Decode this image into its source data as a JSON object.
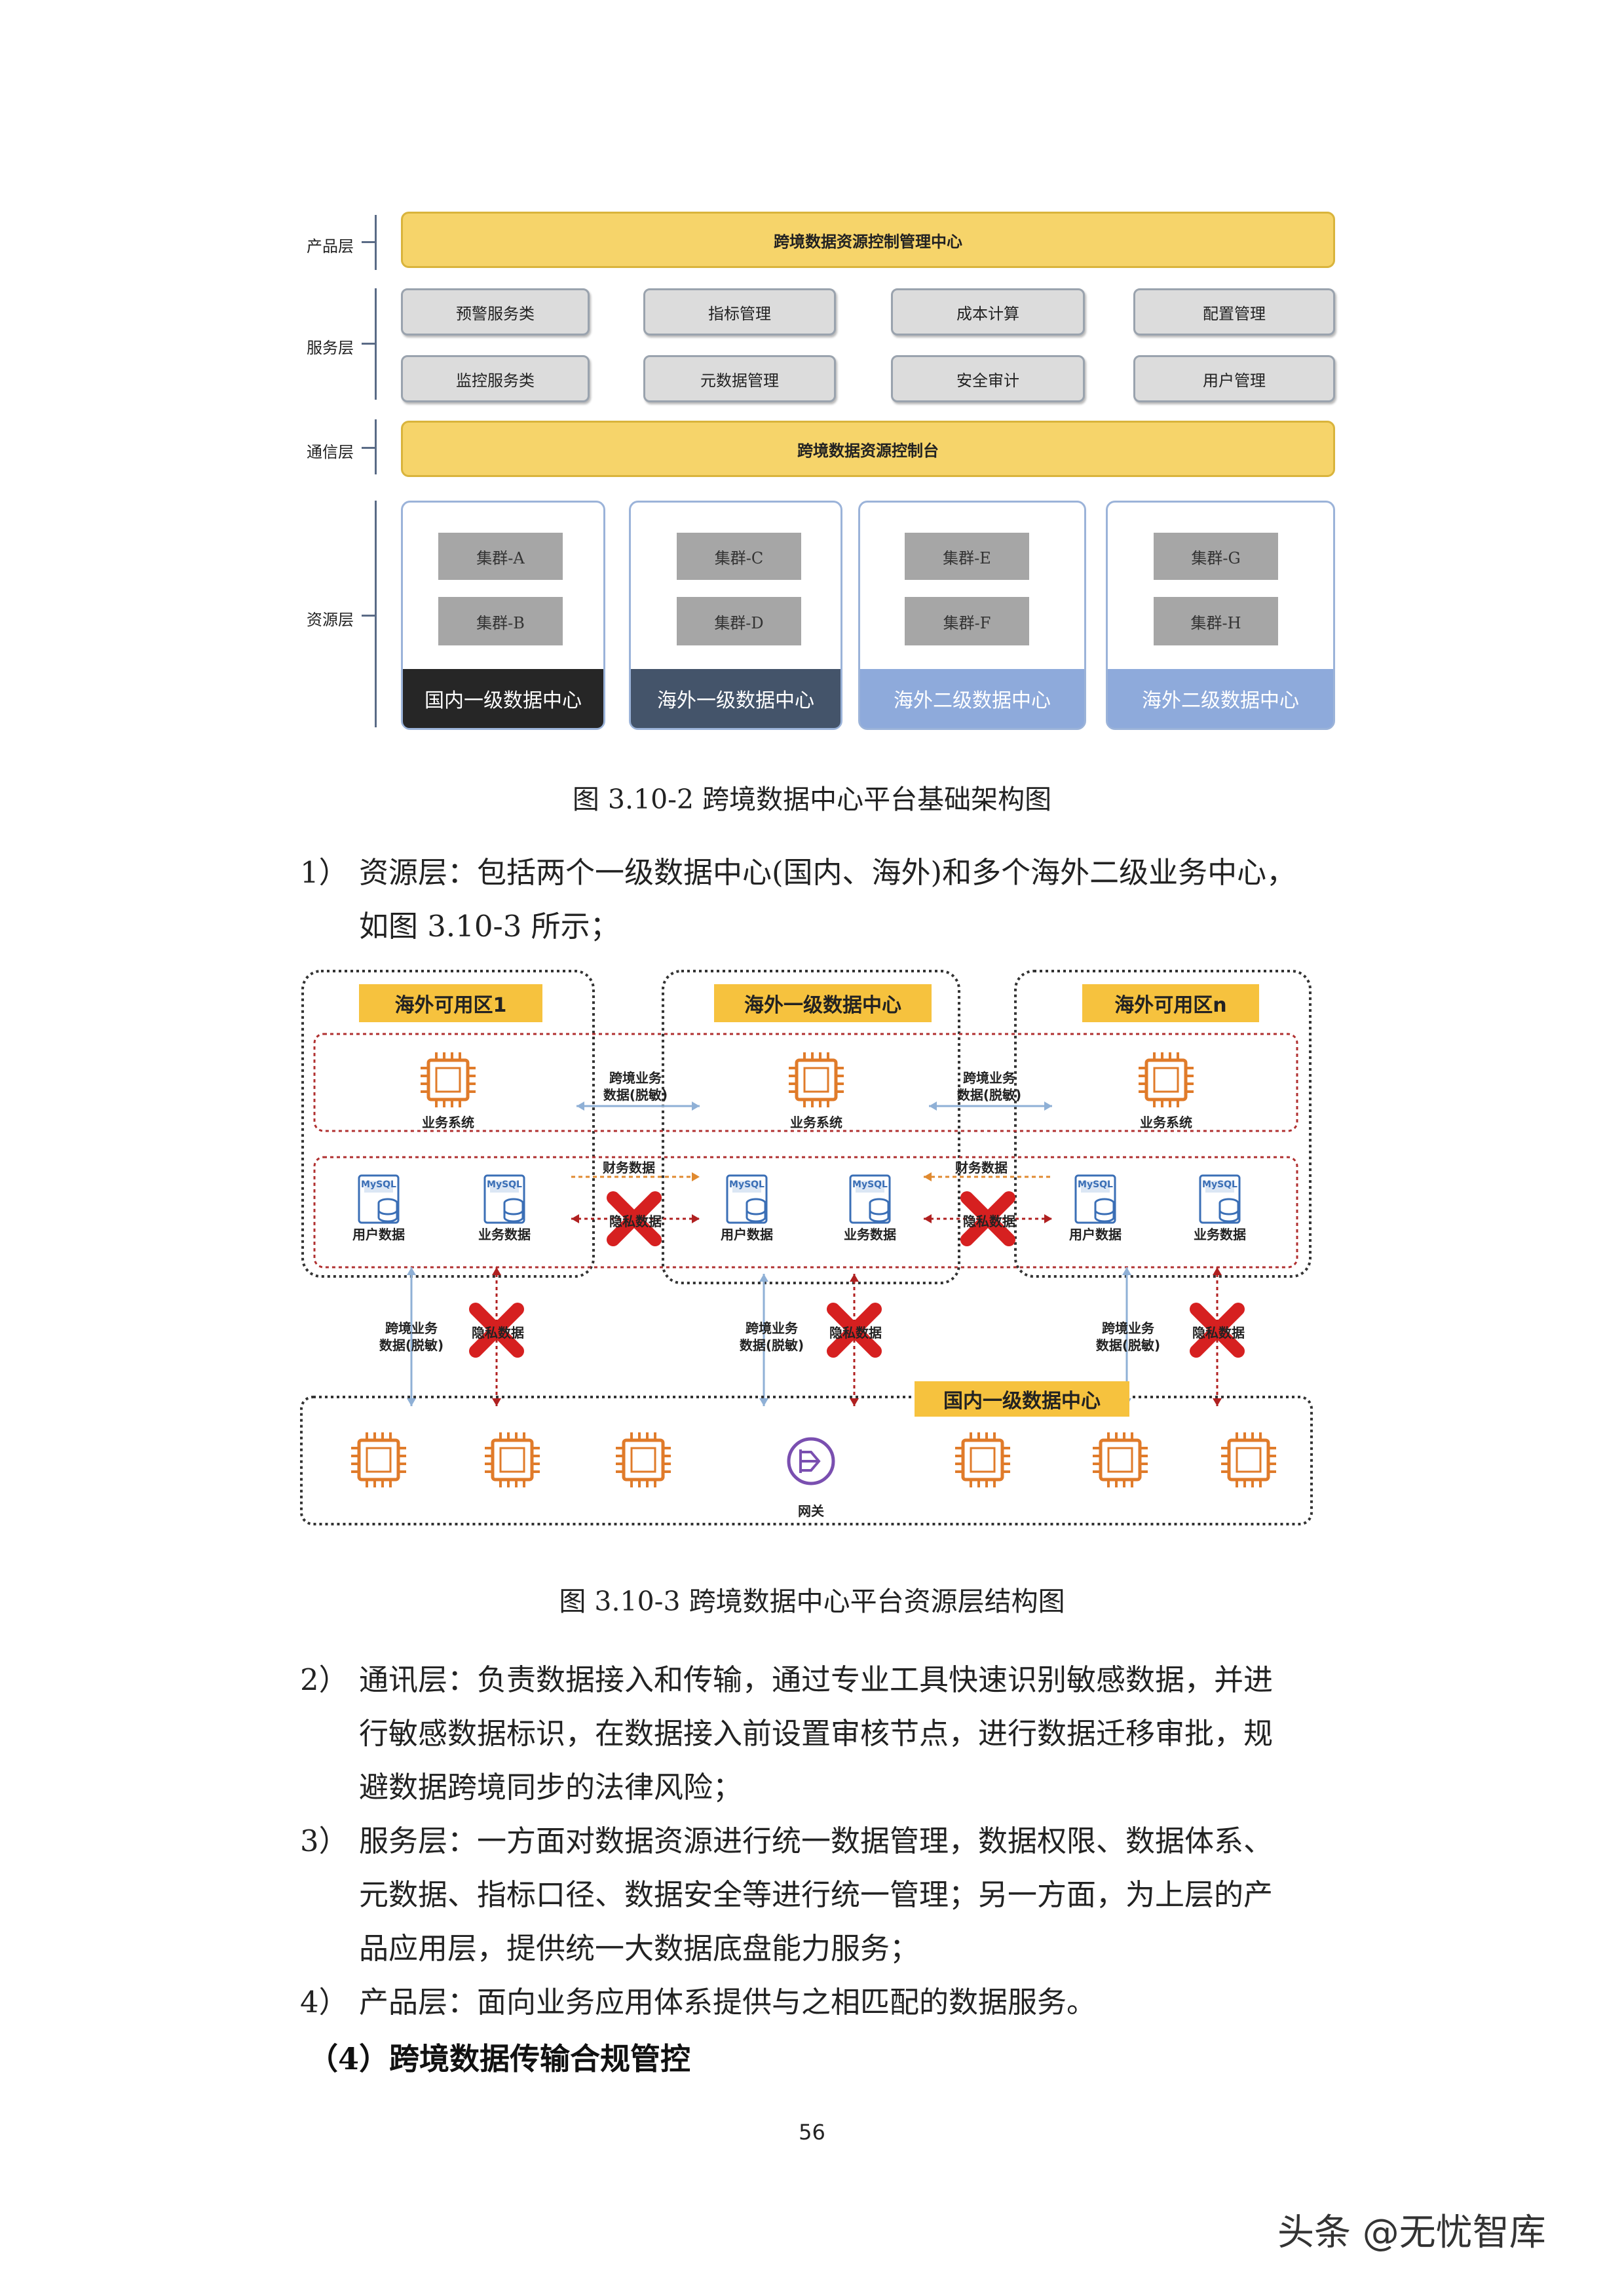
{
  "figure1": {
    "layers": {
      "product": "产品层",
      "service": "服务层",
      "comm": "通信层",
      "resource": "资源层"
    },
    "product_bar": "跨境数据资源控制管理中心",
    "services": [
      "预警服务类",
      "指标管理",
      "成本计算",
      "配置管理",
      "监控服务类",
      "元数据管理",
      "安全审计",
      "用户管理"
    ],
    "comm_bar": "跨境数据资源控制台",
    "datacenters": [
      {
        "clusters": [
          "集群-A",
          "集群-B"
        ],
        "label": "国内一级数据中心",
        "color": "#262626"
      },
      {
        "clusters": [
          "集群-C",
          "集群-D"
        ],
        "label": "海外一级数据中心",
        "color": "#44546a"
      },
      {
        "clusters": [
          "集群-E",
          "集群-F"
        ],
        "label": "海外二级数据中心",
        "color": "#8eaadb"
      },
      {
        "clusters": [
          "集群-G",
          "集群-H"
        ],
        "label": "海外二级数据中心",
        "color": "#8eaadb"
      }
    ],
    "caption": "图  3.10-2  跨境数据中心平台基础架构图"
  },
  "para1": {
    "num": "1）",
    "line1": "资源层：包括两个一级数据中心(国内、海外)和多个海外二级业务中心，",
    "line2": "如图 3.10-3 所示；"
  },
  "figure2": {
    "zones": [
      "海外可用区1",
      "海外一级数据中心",
      "海外可用区n"
    ],
    "biz_system": "业务系统",
    "user_data": "用户数据",
    "biz_data": "业务数据",
    "mysql": "MySQL",
    "cross_biz": [
      "跨境业务",
      "数据(脱敏)"
    ],
    "finance_data": "财务数据",
    "privacy_data": "隐私数据",
    "domestic": "国内一级数据中心",
    "gateway": "网关",
    "caption": "图  3.10-3  跨境数据中心平台资源层结构图"
  },
  "paras": [
    {
      "num": "2）",
      "lines": [
        "通讯层：负责数据接入和传输，通过专业工具快速识别敏感数据，并进",
        "行敏感数据标识，在数据接入前设置审核节点，进行数据迁移审批，规",
        "避数据跨境同步的法律风险；"
      ]
    },
    {
      "num": "3）",
      "lines": [
        "服务层：一方面对数据资源进行统一数据管理，数据权限、数据体系、",
        "元数据、指标口径、数据安全等进行统一管理；另一方面，为上层的产",
        "品应用层，提供统一大数据底盘能力服务；"
      ]
    },
    {
      "num": "4）",
      "lines": [
        "产品层：面向业务应用体系提供与之相匹配的数据服务。"
      ]
    }
  ],
  "heading": "（4）跨境数据传输合规管控",
  "page_number": "56",
  "watermark": "头条 @无忧智库"
}
